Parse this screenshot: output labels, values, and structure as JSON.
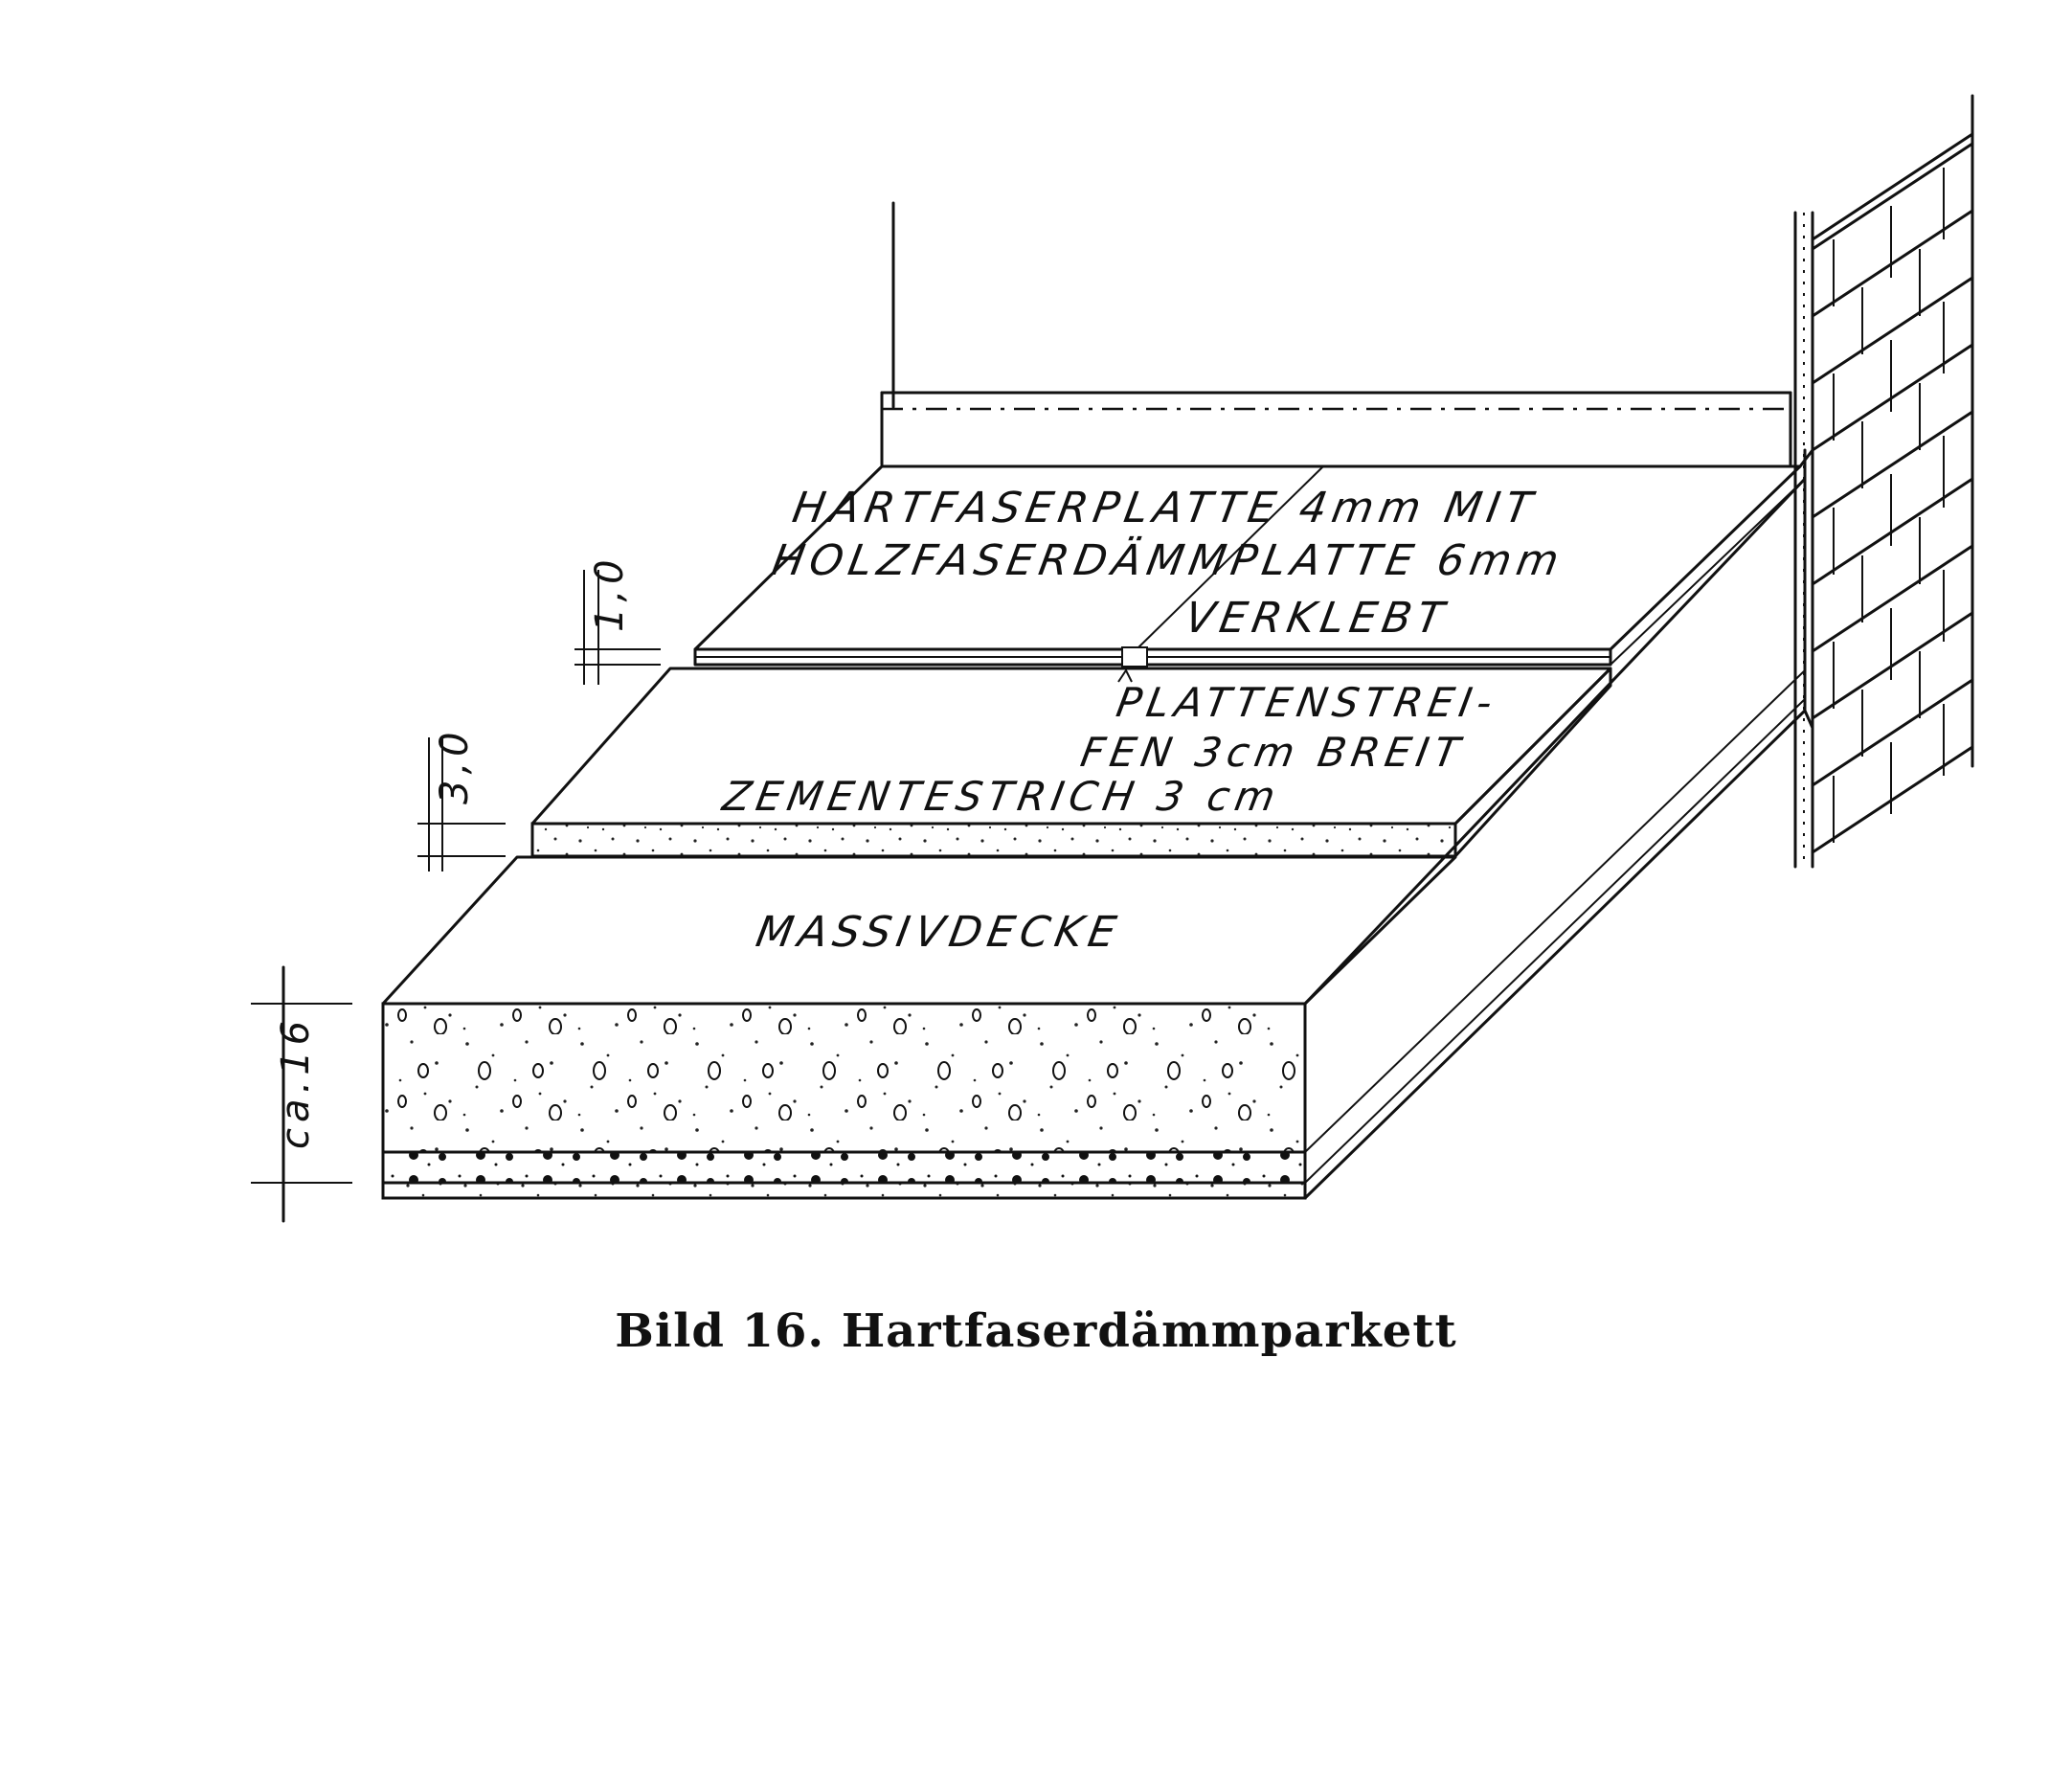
{
  "diagram": {
    "labels": {
      "hartfaser_line1": "HARTFASERPLATTE 4mm  MIT",
      "hartfaser_line2": "HOLZFASERDÄMMPLATTE 6mm",
      "hartfaser_line3": "VERKLEBT",
      "streifen_line1": "PLATTENSTREI-",
      "streifen_line2": "FEN 3cm BREIT",
      "estrich": "ZEMENTESTRICH 3 cm",
      "massivdecke": "MASSIVDECKE"
    },
    "dimensions": {
      "top": "1,0",
      "middle": "3,0",
      "bottom": "ca.16"
    },
    "caption": "Bild 16. Hartfaserdämmparkett"
  }
}
